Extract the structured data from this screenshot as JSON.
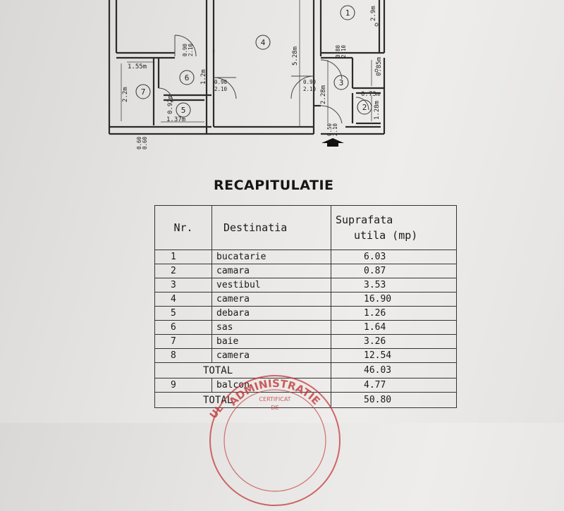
{
  "floor_plan": {
    "rooms": [
      "1",
      "2",
      "3",
      "4",
      "5",
      "6",
      "7"
    ],
    "dimensions": {
      "d_2_9": "2.9m",
      "d_5_28": "5.28m",
      "d_1_55": "1.55m",
      "d_1_2": "1.2m",
      "d_2_2": "2.2m",
      "d_0_92": "0.92m",
      "d_1_37": "1.37m",
      "d_2_28": "2.28m",
      "d_0_85": "0.85m",
      "d_0_73": "0.73m",
      "d_1_28": "1.28m"
    },
    "doors": {
      "door_090_210": [
        "0.90",
        "2.10"
      ],
      "door_080_210": [
        "0.80",
        "2.10"
      ],
      "door_060_060": [
        "0.60",
        "0.60"
      ],
      "door_050_210": [
        "0.50",
        "2.10"
      ]
    }
  },
  "title": "RECAPITULATIE",
  "table": {
    "headers": {
      "nr": "Nr.",
      "destinatia": "Destinatia",
      "suprafata_line1": "Suprafata",
      "suprafata_line2": "utila (mp)"
    },
    "rows": [
      {
        "nr": "1",
        "dest": "bucatarie",
        "surf": "6.03"
      },
      {
        "nr": "2",
        "dest": "camara",
        "surf": "0.87"
      },
      {
        "nr": "3",
        "dest": "vestibul",
        "surf": "3.53"
      },
      {
        "nr": "4",
        "dest": "camera",
        "surf": "16.90"
      },
      {
        "nr": "5",
        "dest": "debara",
        "surf": "1.26"
      },
      {
        "nr": "6",
        "dest": "sas",
        "surf": "1.64"
      },
      {
        "nr": "7",
        "dest": "baie",
        "surf": "3.26"
      },
      {
        "nr": "8",
        "dest": "camera",
        "surf": "12.54"
      }
    ],
    "total1": {
      "label": "TOTAL",
      "surf": "46.03"
    },
    "balcon": {
      "nr": "9",
      "dest": "balcon",
      "surf": "4.77"
    },
    "total2": {
      "label": "TOTAL",
      "surf": "50.80"
    }
  },
  "stamp": {
    "arc_text": "ADMINISTRATIE",
    "arc_text_left": "UL",
    "inner1": "CERTIFICAT",
    "inner2": "DE"
  },
  "colors": {
    "ink": "#1c1c1c",
    "stamp_red": "#c23a3a"
  }
}
